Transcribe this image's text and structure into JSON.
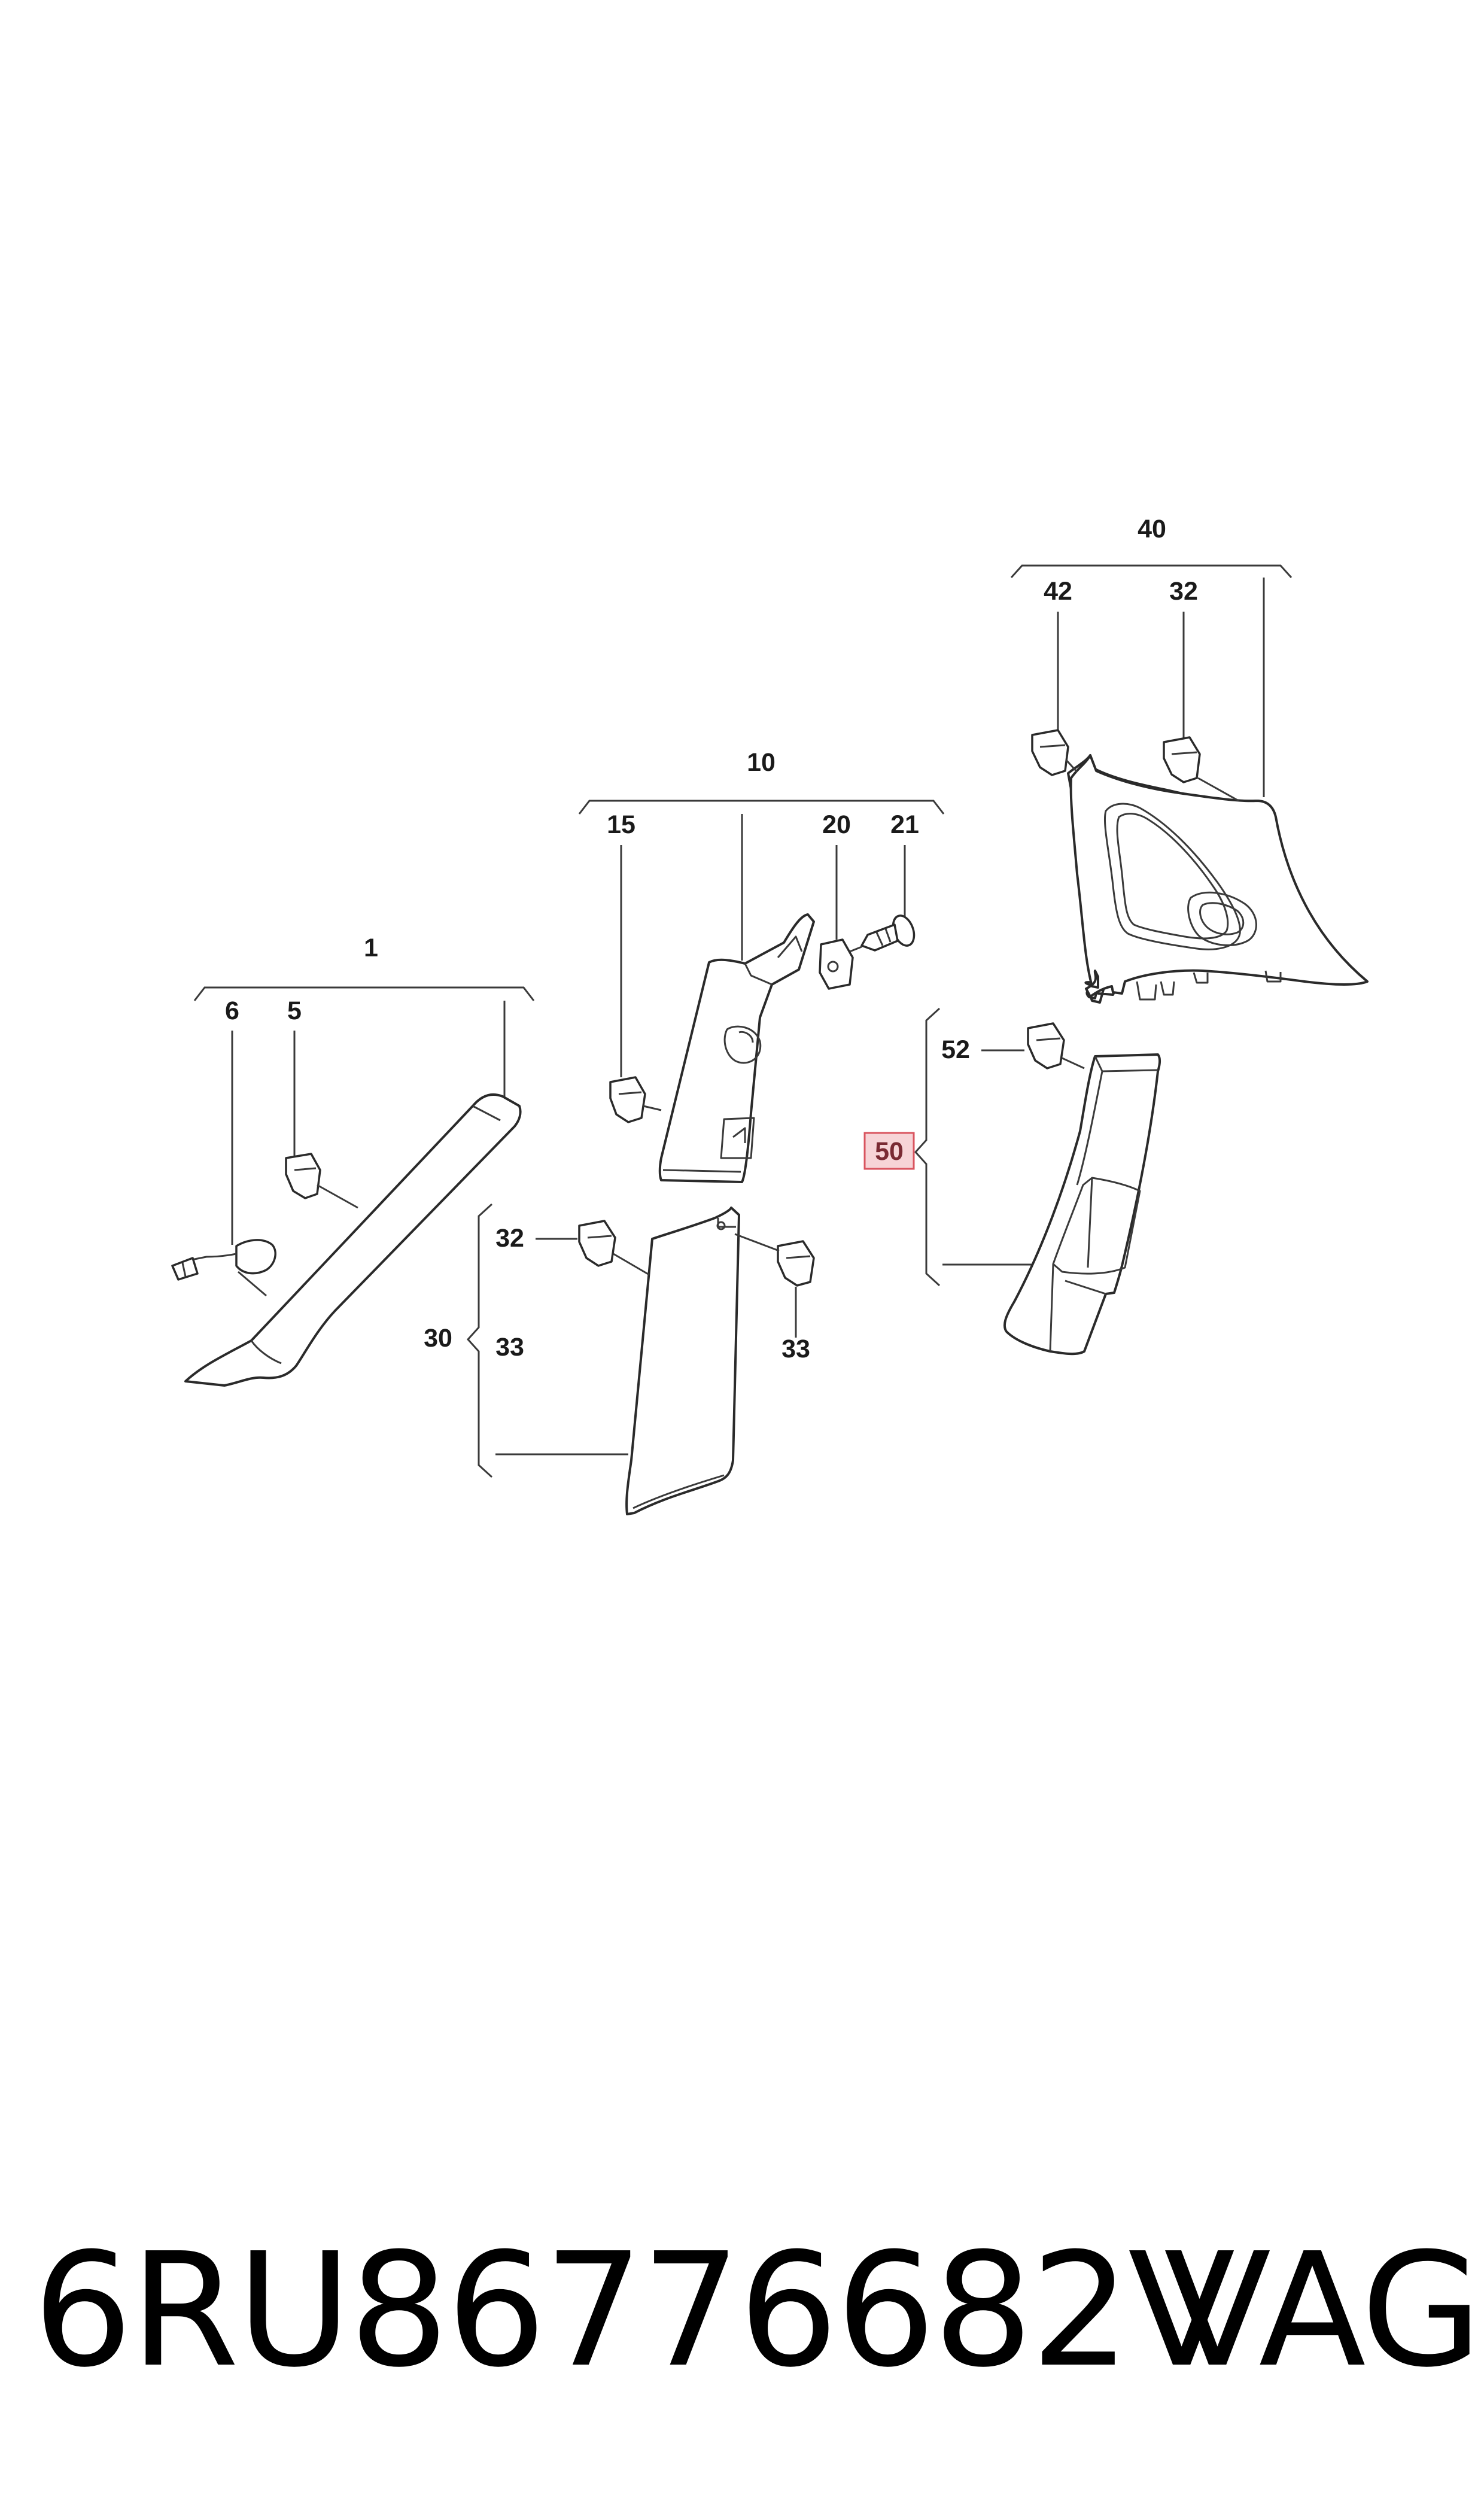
{
  "diagram": {
    "callouts": {
      "c1": "1",
      "c5": "5",
      "c6": "6",
      "c10": "10",
      "c15": "15",
      "c20": "20",
      "c21": "21",
      "c30": "30",
      "c32a": "32",
      "c33a": "33",
      "c33b": "33",
      "c40": "40",
      "c42": "42",
      "c32b": "32",
      "c50": "50",
      "c52": "52"
    },
    "highlighted_callout": "50",
    "highlight_color": "#f7d4d7",
    "highlight_border_color": "#d9545f"
  },
  "footer": {
    "part_number": "6RU86776682V",
    "brand": "VAG"
  }
}
